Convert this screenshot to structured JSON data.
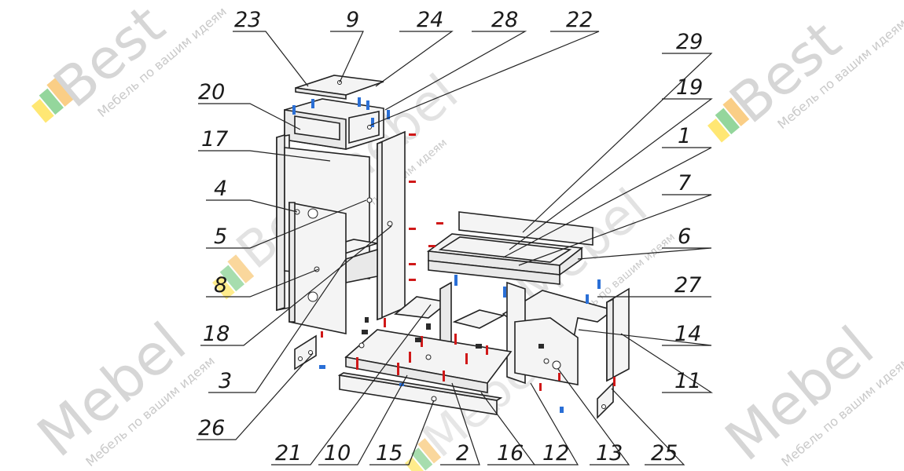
{
  "watermark": {
    "brand": "Bestmebel",
    "brand_part1": "Best",
    "brand_part2": "Mebel",
    "tagline": "Мебель по вашим идеям"
  },
  "callouts": [
    "23",
    "9",
    "24",
    "28",
    "22",
    "29",
    "19",
    "1",
    "7",
    "6",
    "27",
    "14",
    "11",
    "25",
    "13",
    "12",
    "16",
    "2",
    "15",
    "10",
    "21",
    "26",
    "3",
    "18",
    "8",
    "5",
    "4",
    "17",
    "20"
  ],
  "colors": {
    "line": "#222222",
    "panel": "#f4f4f4",
    "screw": "#d01818",
    "dowel": "#2a6fd6",
    "logo_orange": "#f5a623",
    "logo_green": "#3cb44b",
    "logo_yellow": "#ffd400"
  },
  "icons": [
    "logo-icon"
  ]
}
